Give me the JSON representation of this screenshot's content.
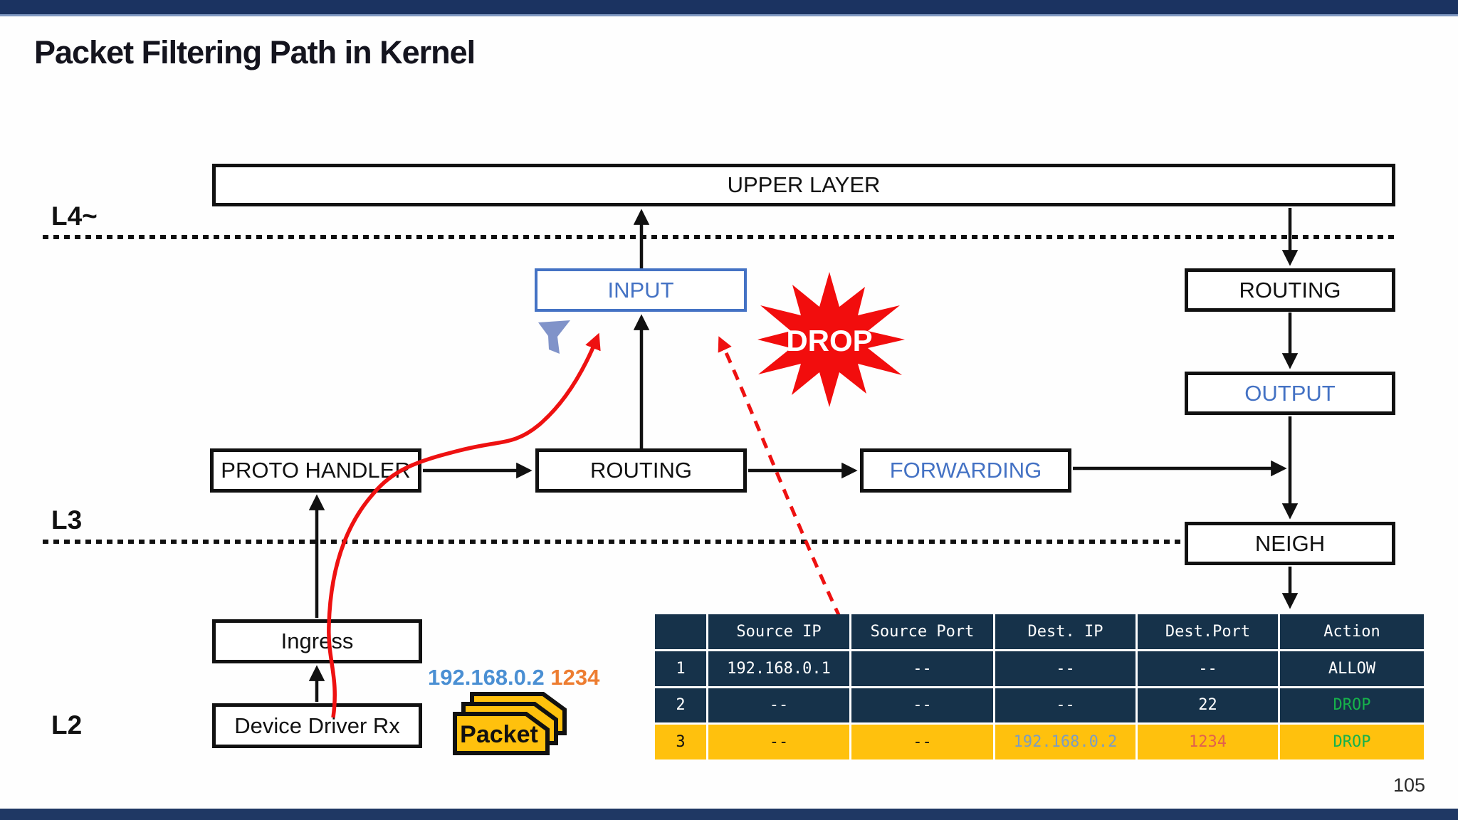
{
  "slide": {
    "title": "Packet Filtering Path in Kernel",
    "page_number": "105"
  },
  "layers": {
    "l4": "L4~",
    "l3": "L3",
    "l2": "L2"
  },
  "boxes": {
    "upper_layer": "UPPER LAYER",
    "input": "INPUT",
    "routing_right": "ROUTING",
    "output": "OUTPUT",
    "proto_handler": "PROTO HANDLER",
    "routing_mid": "ROUTING",
    "forwarding": "FORWARDING",
    "neigh": "NEIGH",
    "ingress": "Ingress",
    "device_driver_rx": "Device Driver Rx"
  },
  "annotations": {
    "drop_burst": "DROP",
    "packet_label": "Packet",
    "packet_ip": "192.168.0.2",
    "packet_port": "1234"
  },
  "icons": {
    "filter": "funnel-icon",
    "packet": "packet-stack-icon"
  },
  "filter_table": {
    "headers": [
      "",
      "Source IP",
      "Source Port",
      "Dest. IP",
      "Dest.Port",
      "Action"
    ],
    "rows": [
      {
        "cells": [
          "1",
          "192.168.0.1",
          "--",
          "--",
          "--",
          "ALLOW"
        ]
      },
      {
        "cells": [
          "2",
          "--",
          "--",
          "--",
          "22",
          "DROP"
        ]
      },
      {
        "cells": [
          "3",
          "--",
          "--",
          "192.168.0.2",
          "1234",
          "DROP"
        ]
      }
    ]
  },
  "colors": {
    "bar_navy": "#1f3864",
    "accent_blue": "#4472c4",
    "drop_red": "#ee1111",
    "packet_yellow": "#ffc10d",
    "funnel_blue": "#8093c9",
    "table_cell_bg": "#16324a",
    "table_highlight_row_bg": "#ffc10d",
    "drop_text_green": "#16b24b",
    "row3_dest_ip_blue": "#7b9cc4",
    "row3_dest_port_orange": "#e2604d",
    "packet_ip_blue": "#4a8fd3",
    "packet_port_orange": "#ed7d31"
  }
}
